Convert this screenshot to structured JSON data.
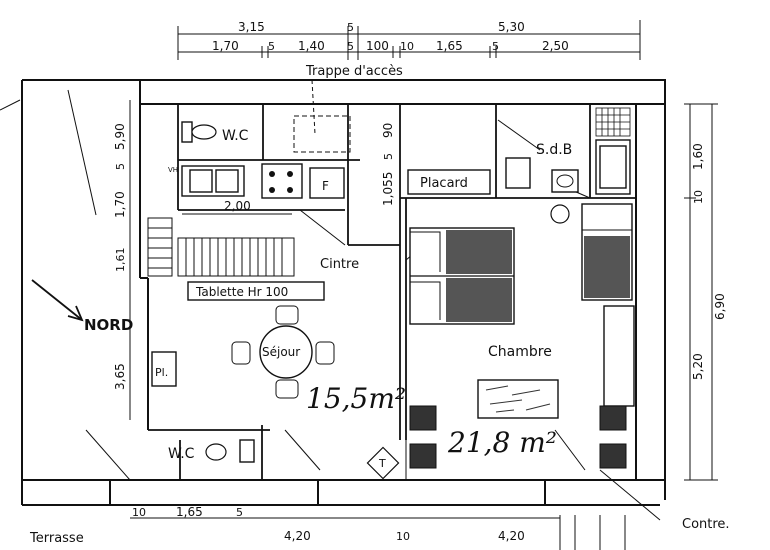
{
  "dims": {
    "top_row1": [
      "3,15",
      "5",
      "5,30"
    ],
    "top_row2": [
      "1,70",
      "5",
      "1,40",
      "5",
      "100",
      "10",
      "1,65",
      "5",
      "2,50"
    ],
    "left": [
      "5,90",
      "5",
      "1,70",
      "1,61",
      "3,65"
    ],
    "inner_left": [
      "90",
      "5",
      "1,055"
    ],
    "kitchen_len": "2,00",
    "right": [
      "1,60",
      "10",
      "6,90",
      "5,20"
    ],
    "bottom": [
      "10",
      "1,65",
      "5",
      "4,20",
      "10",
      "4,20"
    ]
  },
  "labels": {
    "trappe": "Trappe d'accès",
    "wc_top": "W.C",
    "sdb": "S.d.B",
    "placard": "Placard",
    "cintre": "Cintre",
    "tablette": "Tablette Hr 100",
    "nord": "NORD",
    "sejour": "Séjour",
    "chambre": "Chambre",
    "wc_bottom": "W.C",
    "pl": "Pl.",
    "f": "F",
    "t": "T",
    "vh": "VH",
    "terrasse": "Terrasse",
    "contre": "Contre."
  },
  "areas": {
    "sejour": "15,5m²",
    "chambre": "21,8 m²"
  }
}
